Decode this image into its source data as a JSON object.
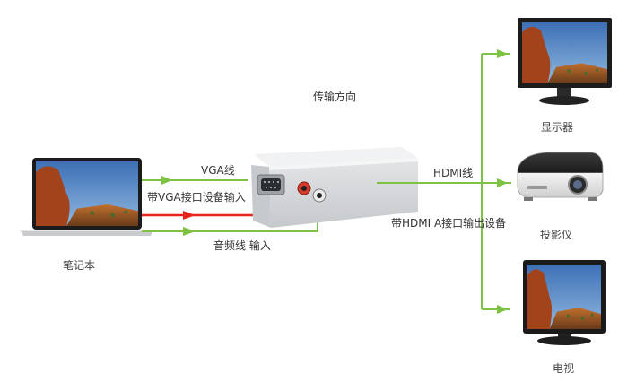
{
  "header": {
    "top_caption": ""
  },
  "labels": {
    "direction": "传输方向",
    "vga_line": "VGA线",
    "vga_input": "带VGA接口设备输入",
    "audio_input": "音频线 输入",
    "hdmi_line": "HDMI线",
    "hdmi_output": "带HDMI A接口输出设备"
  },
  "devices": {
    "laptop": "笔记本",
    "monitor": "显示器",
    "projector": "投影仪",
    "tv": "电视"
  },
  "colors": {
    "arrow_green": "#7dc242",
    "arrow_red": "#e8241c",
    "box_silver": "#d8dadc",
    "screen_sky": "#4f86c6"
  }
}
